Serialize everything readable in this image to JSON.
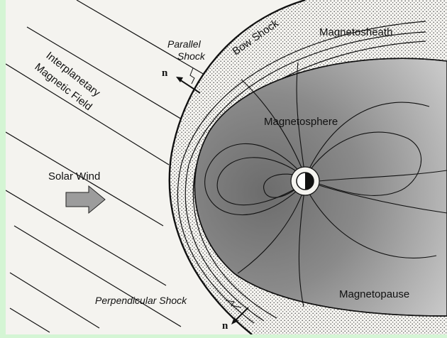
{
  "labels": {
    "magnetosheath": "Magnetosheath",
    "bow_shock": "Bow Shock",
    "parallel_shock_line1": "Parallel",
    "parallel_shock_line2": "Shock",
    "imf_line1": "Interplanetary",
    "imf_line2": "Magnetic Field",
    "magnetosphere": "Magnetosphere",
    "solar_wind": "Solar Wind",
    "perpendicular_shock": "Perpendicular Shock",
    "magnetopause": "Magnetopause",
    "normal_top": "n",
    "normal_bottom": "n"
  },
  "colors": {
    "page_background": "#d4f5d4",
    "paper": "#f4f3ef",
    "magnetosheath_dots": "#555555",
    "magnetosphere_fill": "#8c8c8c",
    "line": "#111111"
  },
  "icons": {
    "planet": "earth-icon",
    "solar_wind_arrow": "arrow-right-icon",
    "normal_arrows": "arrow-icon"
  }
}
